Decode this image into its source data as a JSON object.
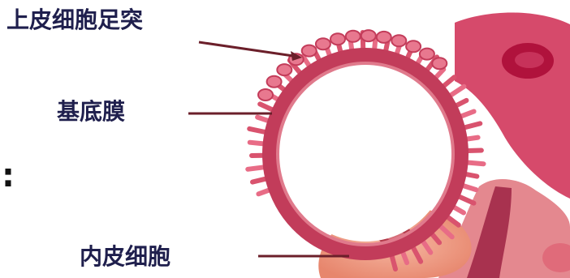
{
  "labels": {
    "podocyte_foot": "上皮细胞足突",
    "basement_membrane": "基底膜",
    "endothelial_cell": "内皮细胞"
  },
  "side_mark": ":"
}
